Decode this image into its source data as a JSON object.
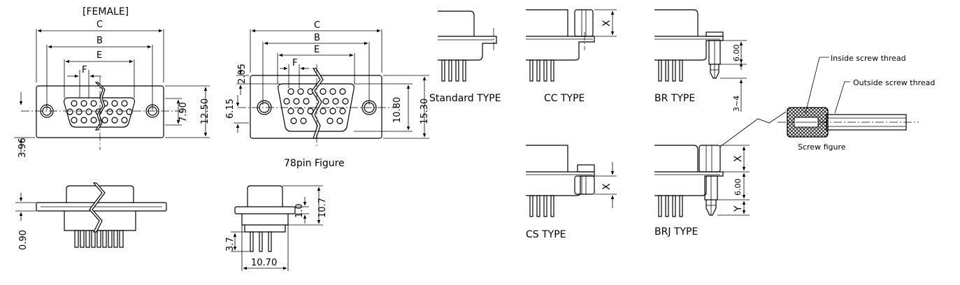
{
  "front_view": {
    "title": "[FEMALE]",
    "dim_c": "C",
    "dim_b": "B",
    "dim_e": "E",
    "dim_f": "F",
    "dim_h_inner": "7.90",
    "dim_h_outer": "12.50",
    "dim_offset": "3.96"
  },
  "side_view": {
    "dim_thickness": "0.90"
  },
  "pin78_view": {
    "caption": "78pin Figure",
    "dim_c": "C",
    "dim_b": "B",
    "dim_e": "E",
    "dim_f": "F",
    "dim_top": "2.05",
    "dim_left": "6.15",
    "dim_inner": "10.80",
    "dim_outer": "15.30"
  },
  "pin78_side": {
    "dim_1": "1.0",
    "dim_2": "10.7",
    "dim_pin": "3.7",
    "dim_width": "10.70"
  },
  "types": {
    "standard": "Standard TYPE",
    "cc": "CC TYPE",
    "br": "BR TYPE",
    "cs": "CS TYPE",
    "brj": "BRJ TYPE",
    "x_label": "X",
    "y_label": "Y",
    "dim_600": "6.00",
    "dim_3_4": "3~4"
  },
  "screw": {
    "inside": "Inside screw thread",
    "outside": "Outside screw thread",
    "caption": "Screw figure"
  }
}
